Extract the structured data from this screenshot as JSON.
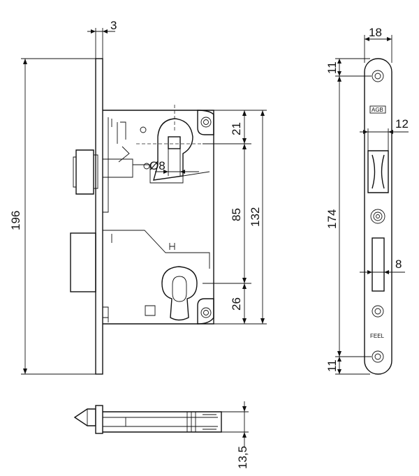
{
  "dimensions": {
    "faceplate_thickness": "3",
    "faceplate_height": "196",
    "spindle_square": "8",
    "spindle_offset_top": "21",
    "backset_distance": "85",
    "case_height": "132",
    "cylinder_offset_bottom": "26",
    "strike_width": "18",
    "strike_top_offset": "11",
    "latch_opening_depth": "12",
    "strike_hole_spacing": "174",
    "bolt_opening_width": "8",
    "strike_bottom_offset": "11",
    "latch_thickness": "13,5"
  },
  "prefixes": {
    "diameter_symbol": "Ø"
  },
  "icons": {
    "spindle_hole": "square-hole",
    "cylinder_hole": "keyhole"
  }
}
